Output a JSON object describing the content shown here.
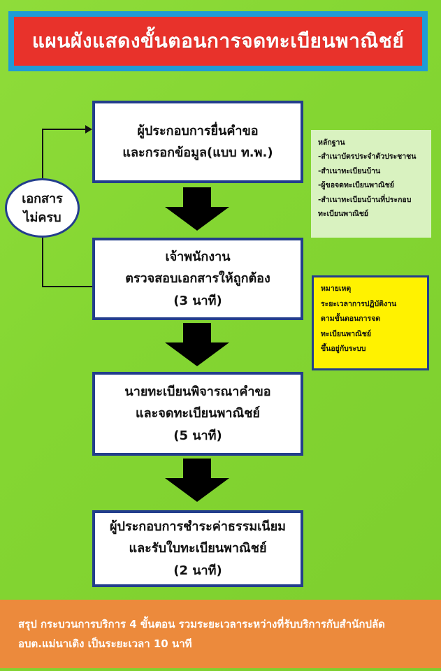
{
  "title": "แผนผังแสดงขั้นตอนการจดทะเบียนพาณิชย์",
  "steps": [
    {
      "line1": "ผู้ประกอบการยื่นคำขอ",
      "line2": "และกรอกข้อมูล(แบบ ท.พ.)",
      "line3": ""
    },
    {
      "line1": "เจ้าพนักงาน",
      "line2": "ตรวจสอบเอกสารให้ถูกต้อง",
      "line3": "(3 นาที)"
    },
    {
      "line1": "นายทะเบียนพิจารณาคำขอ",
      "line2": "และจดทะเบียนพาณิชย์",
      "line3": "(5 นาที)"
    },
    {
      "line1": "ผู้ประกอบการชำระค่าธรรมเนียม",
      "line2": "และรับใบทะเบียนพาณิชย์",
      "line3": "(2 นาที)"
    }
  ],
  "incomplete_docs": {
    "line1": "เอกสาร",
    "line2": "ไม่ครบ"
  },
  "evidence": {
    "heading": "หลักฐาน",
    "items": [
      "-สำเนาบัตรประจำตัวประชาชน",
      "-สำเนาทะเบียนบ้าน",
      "-ผู้ขอจดทะเบียนพาณิชย์",
      "-สำเนาทะเบียนบ้านที่ประกอบ",
      "ทะเบียนพาณิชย์"
    ]
  },
  "note": {
    "heading": "หมายเหตุ",
    "items": [
      "ระยะเวลาการปฏิบัติงาน",
      "ตามขั้นตอนการจด",
      "ทะเบียนพาณิชย์",
      "ขึ้นอยู่กับระบบ"
    ]
  },
  "summary": {
    "line1": "สรุป กระบวนการบริการ 4 ขั้นตอน รวมระยะเวลาระหว่างที่รับบริการกับสำนักปลัด",
    "line2": "อบต.แม่นาเติง เป็นระยะเวลา 10 นาที"
  },
  "colors": {
    "background": "#84d632",
    "title_bg": "#e8322b",
    "title_border": "#1f9bd6",
    "box_border": "#233e8c",
    "note_bg": "#fff200",
    "evidence_bg": "#d9f2c0",
    "summary_bg": "#ec8a3c"
  }
}
